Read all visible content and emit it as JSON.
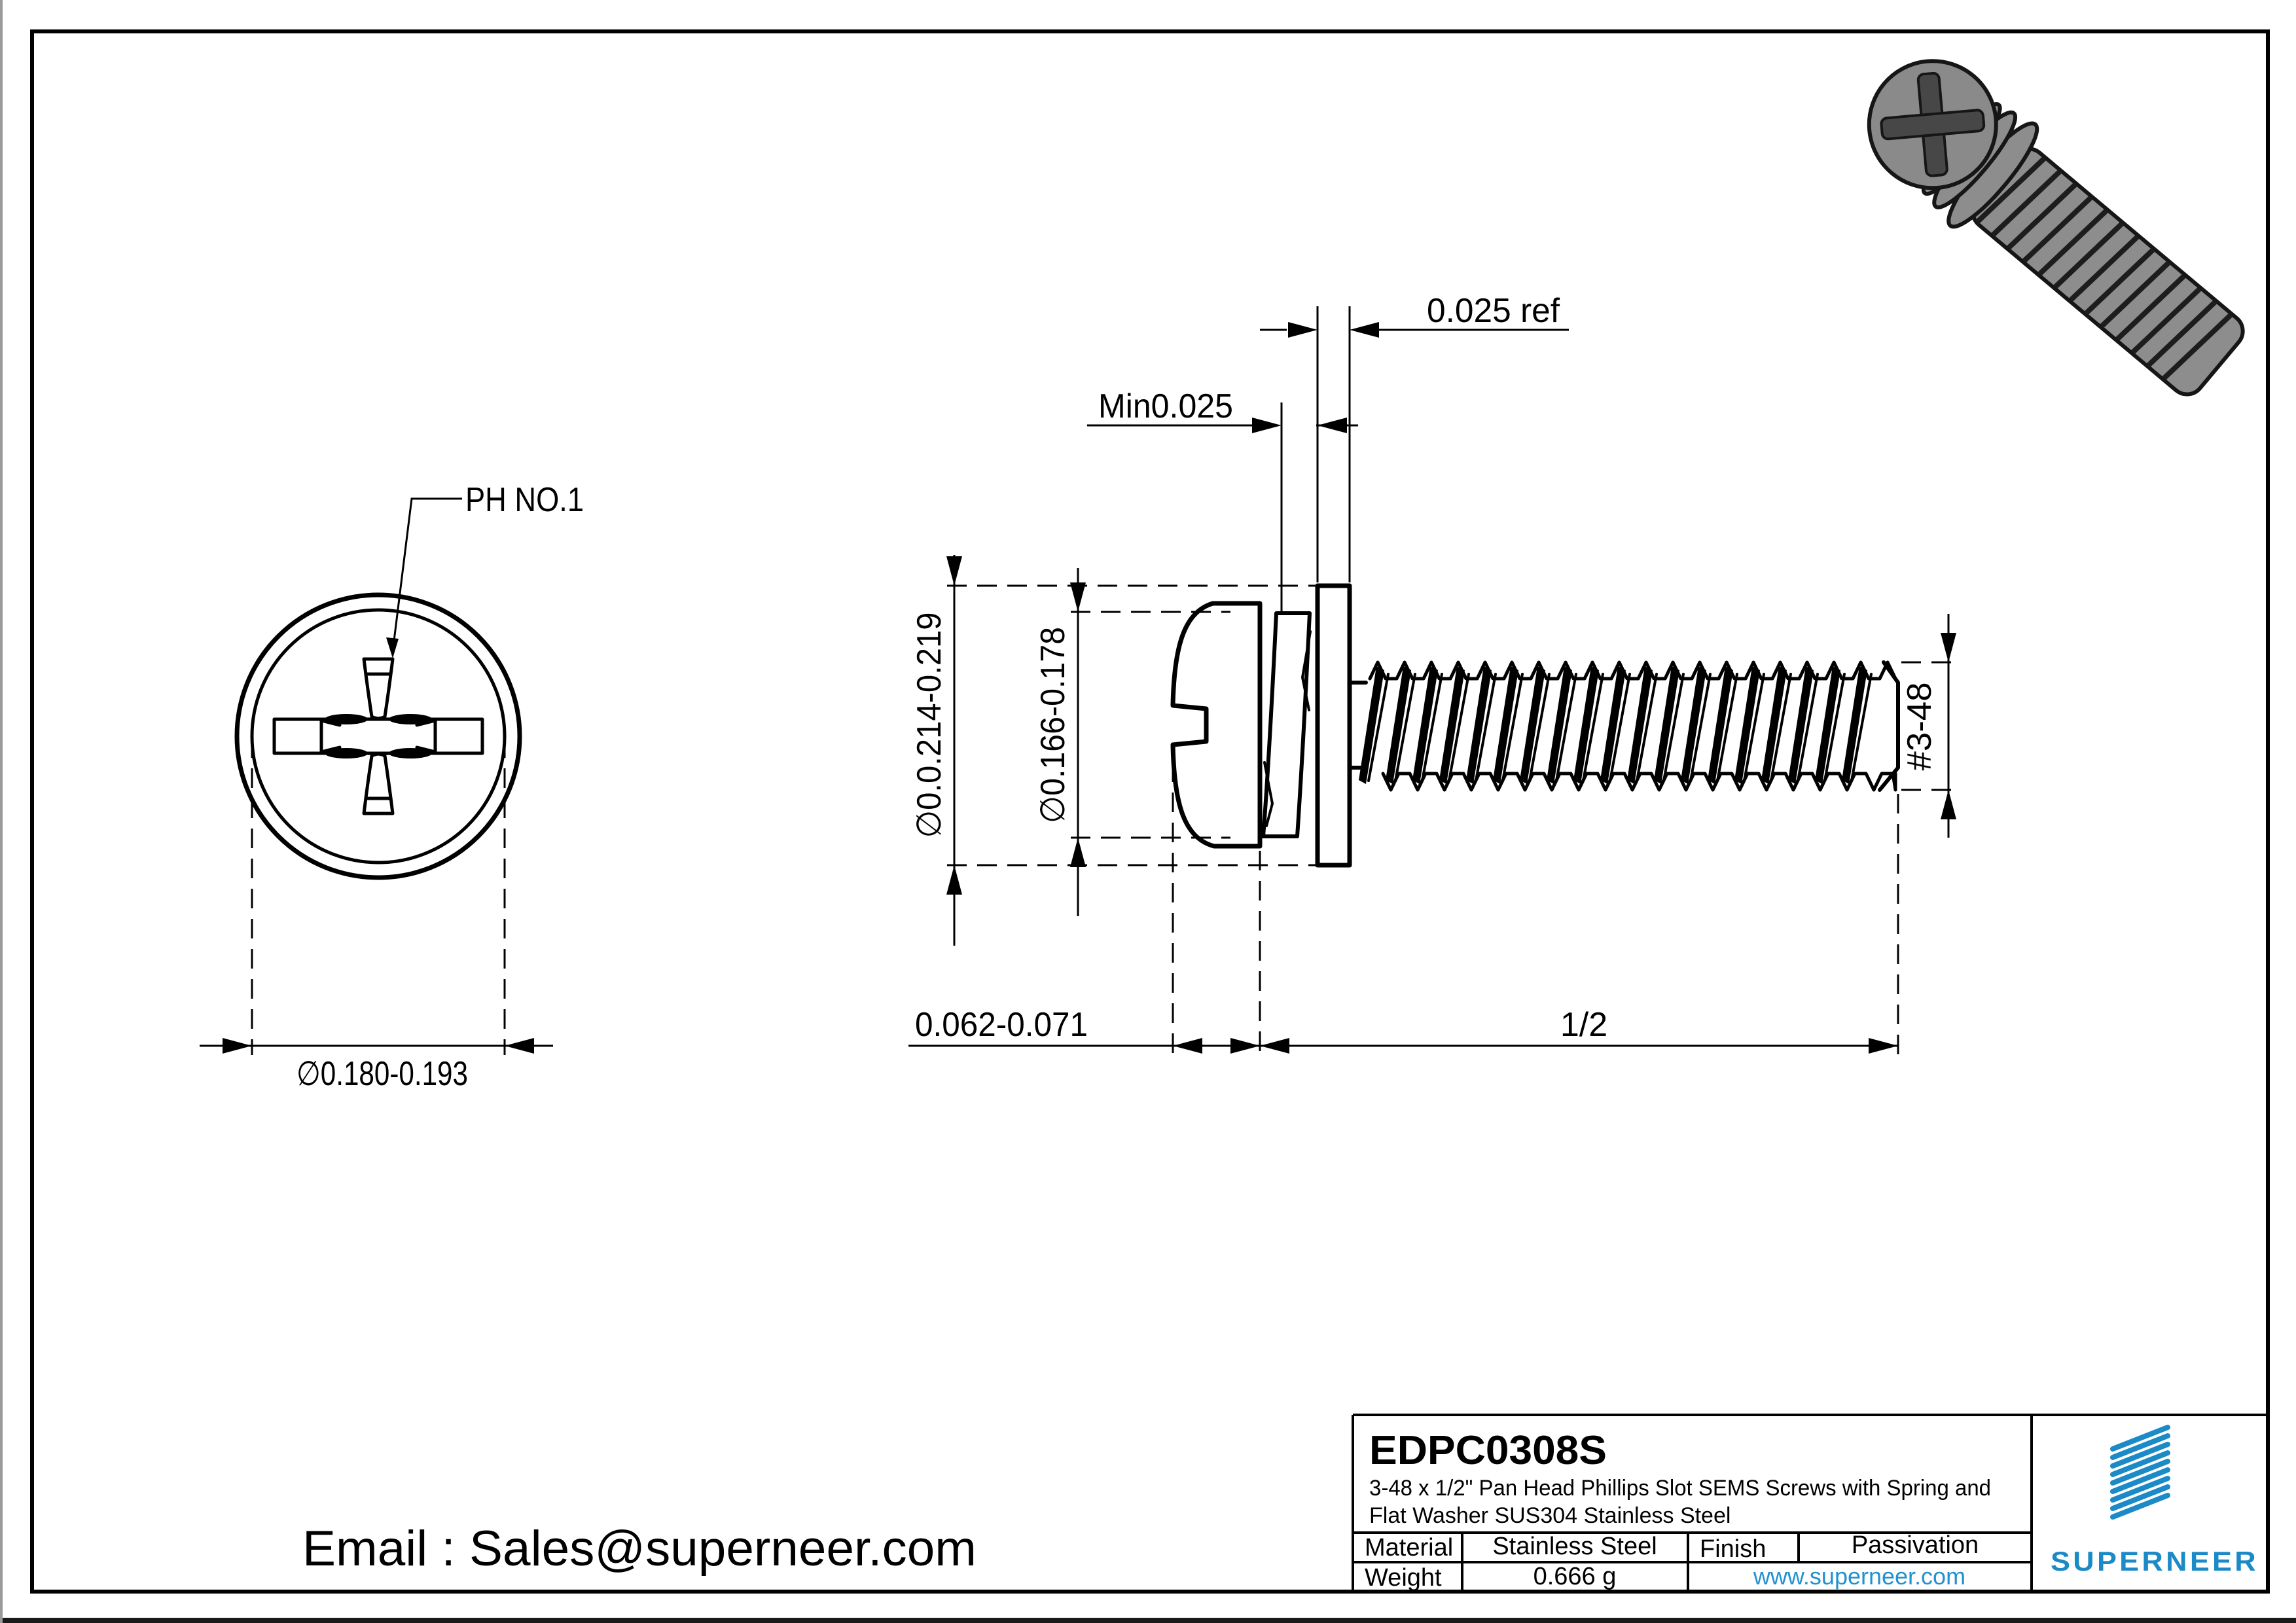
{
  "drawing": {
    "view_labels": {
      "ph": "PH NO.1"
    },
    "dimensions": {
      "slot_circle_dia": "∅0.180-0.193",
      "flat_washer_od": "∅0.0.214-0.219",
      "spring_washer_od": "∅0.166-0.178",
      "flat_washer_thickness": "0.025 ref",
      "spring_washer_min": "Min0.025",
      "head_height": "0.062-0.071",
      "thread_length": "1/2",
      "thread_spec": "#3-48"
    }
  },
  "title_block": {
    "part_number": "EDPC0308S",
    "description_line1": "3-48 x 1/2\" Pan Head Phillips Slot SEMS Screws with Spring and",
    "description_line2": "Flat Washer SUS304 Stainless Steel",
    "material_label": "Material",
    "material_value": "Stainless Steel",
    "finish_label": "Finish",
    "finish_value": "Passivation",
    "weight_label": "Weight",
    "weight_value": "0.666 g",
    "website": "www.superneer.com",
    "brand": "SUPERNEER"
  },
  "footer": {
    "email": "Email : Sales@superneer.com"
  },
  "colors": {
    "brand_blue": "#1b8ac6",
    "link_blue": "#2191d0",
    "drawing_black": "#000000",
    "screw_gray": "#8d8d8d"
  }
}
